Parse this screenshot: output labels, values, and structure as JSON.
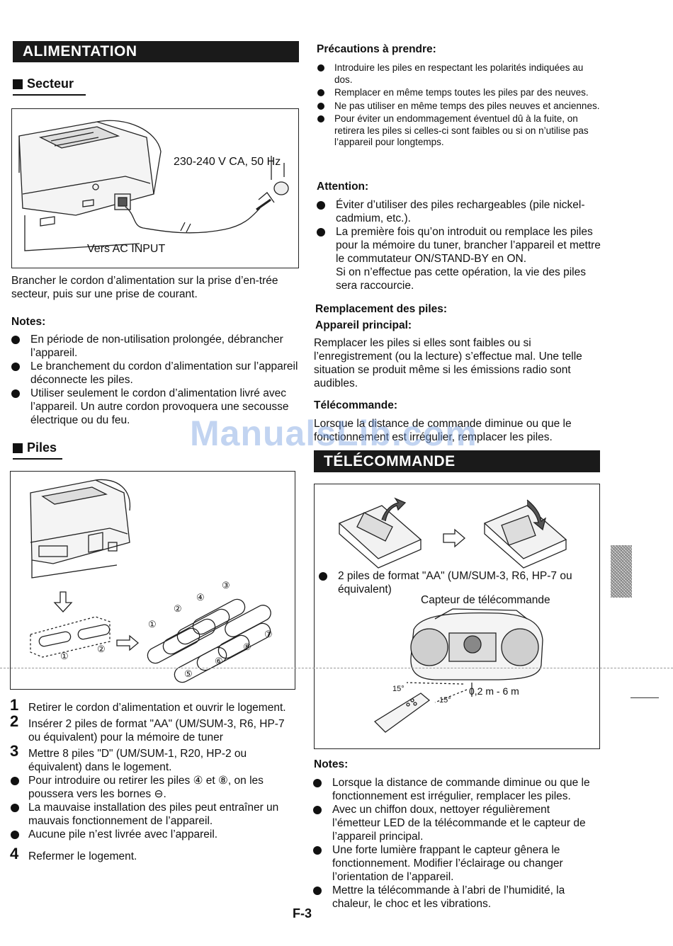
{
  "left": {
    "alimentation_title": "ALIMENTATION",
    "secteur": {
      "heading": "Secteur",
      "voltage_label": "230-240 V CA, 50 Hz",
      "ac_label": "Vers AC INPUT",
      "instruction": "Brancher le cordon d’alimentation sur la prise d’en-trée secteur, puis sur une prise de courant."
    },
    "notes": {
      "heading": "Notes:",
      "items": [
        "En période de non-utilisation prolongée, débrancher l’appareil.",
        "Le branchement du cordon d’alimentation sur l’appareil déconnecte les piles.",
        "Utiliser seulement le cordon d’alimentation livré avec l’appareil. Un autre cordon provoquera une secousse électrique ou du feu."
      ]
    },
    "piles": {
      "heading": "Piles",
      "step1": "Retirer le cordon d’alimentation et ouvrir le logement.",
      "step2": "Insérer 2 piles de format \"AA\" (UM/SUM-3, R6, HP-7 ou équivalent) pour la mémoire de tuner",
      "step3": "Mettre 8 piles \"D\" (UM/SUM-1, R20, HP-2 ou équivalent) dans le logement.",
      "bullet1": "Pour introduire ou retirer les piles ④ et ⑧, on les poussera vers les bornes ⊖.",
      "bullet2": "La mauvaise installation des piles peut entraîner un mauvais fonctionnement de l’appareil.",
      "bullet3": "Aucune pile n’est livrée avec l’appareil.",
      "step4": "Refermer le logement.",
      "n1": "1",
      "n2": "2",
      "n3": "3",
      "n4": "4"
    },
    "fig_labels": [
      "①",
      "②",
      "③",
      "④",
      "⑤",
      "⑥",
      "⑦",
      "⑧"
    ]
  },
  "right": {
    "precautions": {
      "heading": "Précautions à prendre:",
      "items": [
        "Introduire les piles en respectant les polarités indiquées au dos.",
        "Remplacer en même temps toutes les piles par des neuves.",
        "Ne pas utiliser en même temps des piles neuves et anciennes.",
        "Pour éviter un endommagement éventuel dû à la fuite, on retirera les piles si celles-ci sont faibles ou si on n’utilise pas l’appareil pour longtemps."
      ]
    },
    "attention": {
      "heading": "Attention:",
      "item1": "Éviter d’utiliser des piles rechargeables (pile nickel-cadmium, etc.).",
      "item2": "La première fois qu’on introduit ou remplace les piles pour la mémoire du tuner, brancher l’appareil et mettre le commutateur ON/STAND-BY en ON.",
      "item2_extra": "Si on n’effectue pas cette opération, la vie des piles sera raccourcie."
    },
    "remplacement": {
      "heading": "Remplacement des piles:",
      "sub": "Appareil principal:",
      "text": "Remplacer les piles si elles sont faibles ou si l’enregistrement (ou la lecture) s’effectue mal. Une telle situation se produit même si les émissions radio sont audibles.",
      "telecommande_heading": "Télécommande:",
      "telecommande_text": "Lorsque la distance de commande diminue ou que le fonctionnement est irrégulier, remplacer les piles."
    },
    "telecommande_title": "TÉLÉCOMMANDE",
    "remote_fig": {
      "piles_bullet": "2 piles de format \"AA\" (UM/SUM-3, R6, HP-7 ou équivalent)",
      "capteur": "Capteur de télécommande",
      "range": "0,2 m - 6 m",
      "angle1": "15°",
      "angle2": "15°"
    },
    "notes": {
      "heading": "Notes:",
      "items": [
        "Lorsque la distance de commande diminue ou que le fonctionnement est irrégulier, remplacer les piles.",
        "Avec un chiffon doux, nettoyer régulièrement l’émetteur LED de la télécommande et le capteur de l’appareil principal.",
        "Une forte lumière frappant le capteur gênera le fonctionnement. Modifier l’éclairage ou changer l’orientation de l’appareil.",
        "Mettre la télécommande à l’abri de l’humidité, la chaleur, le choc et les vibrations."
      ]
    }
  },
  "page_number": "F-3",
  "watermark": "ManualsLib.com"
}
